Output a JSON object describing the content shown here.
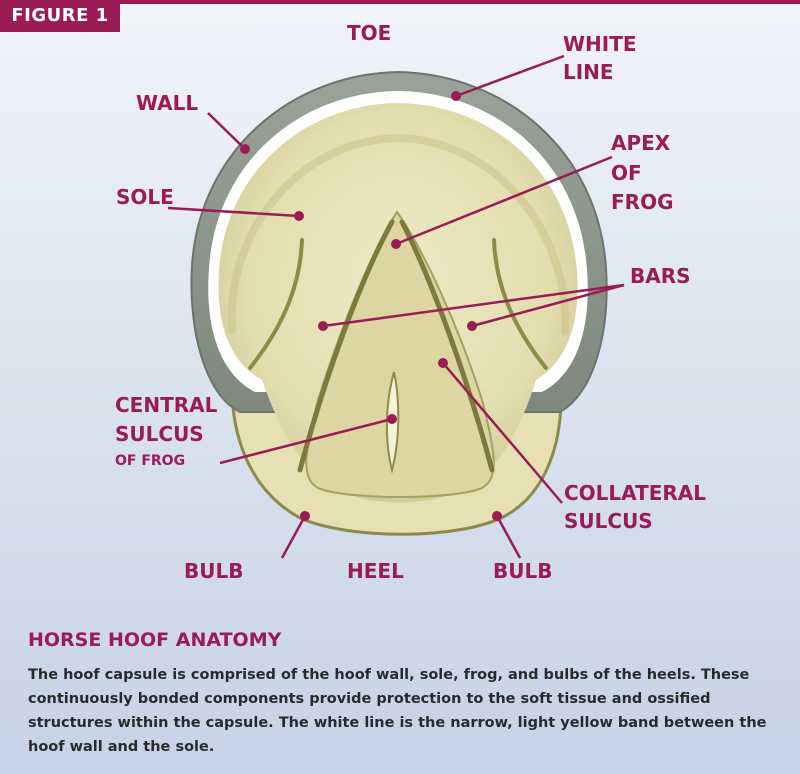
{
  "figure_tag": "FIGURE 1",
  "labels": {
    "toe": "TOE",
    "white_line_1": "WHITE",
    "white_line_2": "LINE",
    "wall": "WALL",
    "sole": "SOLE",
    "apex_1": "APEX",
    "apex_2": "OF",
    "apex_3": "FROG",
    "bars": "BARS",
    "central_1": "CENTRAL",
    "central_2": "SULCUS",
    "central_3": "OF FROG",
    "collateral_1": "COLLATERAL",
    "collateral_2": "SULCUS",
    "bulb_left": "BULB",
    "heel": "HEEL",
    "bulb_right": "BULB"
  },
  "caption": {
    "title": "HORSE HOOF ANATOMY",
    "body": "The hoof capsule is comprised of the hoof wall, sole, frog, and bulbs of the heels. These continuously bonded components provide protection to the soft tissue and ossified structures within the capsule. The white line is the narrow, light yellow band between the hoof wall and the sole."
  },
  "colors": {
    "accent": "#9a1b55",
    "wall": "#8f978f",
    "white_line": "#ffffff",
    "sole": "#e8e3b8",
    "frog": "#d9d29c"
  }
}
